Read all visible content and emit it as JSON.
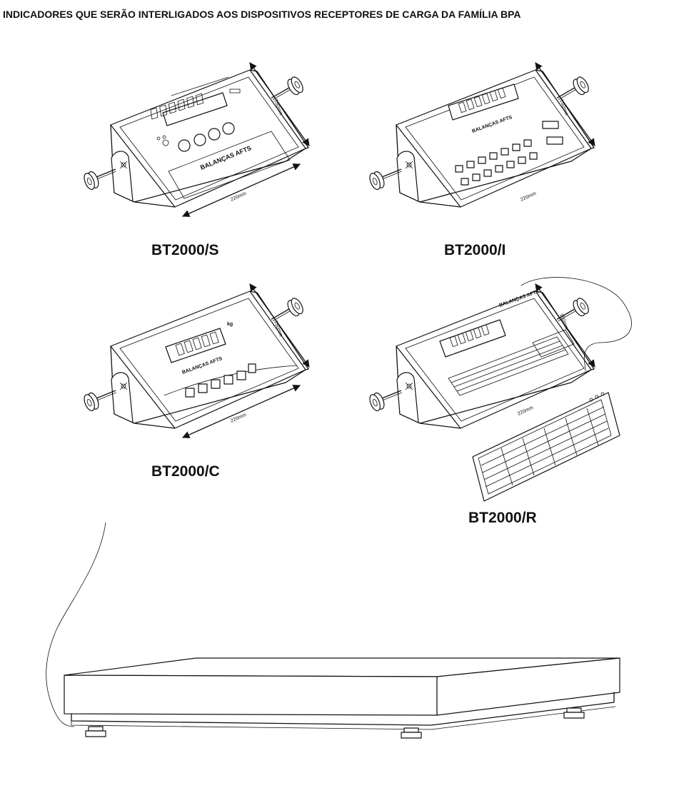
{
  "header": {
    "title": "INDICADORES QUE SERÃO INTERLIGADOS AOS DISPOSITIVOS RECEPTORES DE CARGA DA FAMÍLIA BPA"
  },
  "indicators": [
    {
      "model": "BT2000/S",
      "brand": "BALANÇAS AFTS",
      "width_label": "220mm",
      "height_label": "150mm"
    },
    {
      "model": "BT2000/I",
      "brand": "BALANÇAS AFTS",
      "width_label": "220mm",
      "height_label": "150mm"
    },
    {
      "model": "BT2000/C",
      "brand": "BALANÇAS AFTS",
      "width_label": "220mm",
      "height_label": "150mm"
    },
    {
      "model": "BT2000/R",
      "brand": "BALANÇAS AFTS",
      "width_label": "220mm",
      "height_label": "150mm"
    }
  ],
  "display_unit": "kg",
  "icons": {
    "arrowheads": "dimension-arrow-icon",
    "knob": "mounting-knob-icon"
  }
}
